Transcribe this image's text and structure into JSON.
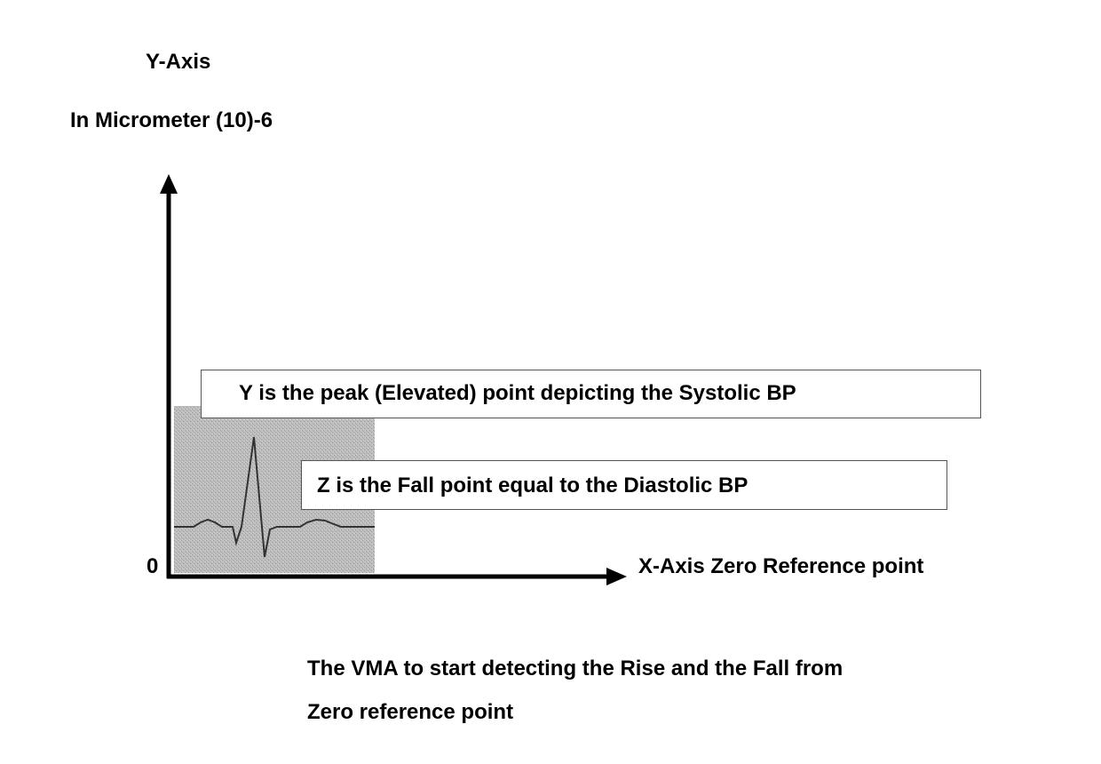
{
  "y_axis": {
    "title": "Y-Axis",
    "unit": "In Micrometer (10)-6"
  },
  "x_axis": {
    "zero_label": "0",
    "label": "X-Axis Zero Reference point"
  },
  "annotations": {
    "y_box": "Y is the peak (Elevated) point depicting the Systolic BP",
    "z_box": "Z is the Fall point equal to the Diastolic BP"
  },
  "caption": {
    "line1": "The VMA to start detecting the Rise and the Fall from",
    "line2": "Zero reference point"
  },
  "colors": {
    "waveform_panel": "#b8b8b8",
    "waveform_line": "#333333",
    "axis": "#000000"
  }
}
